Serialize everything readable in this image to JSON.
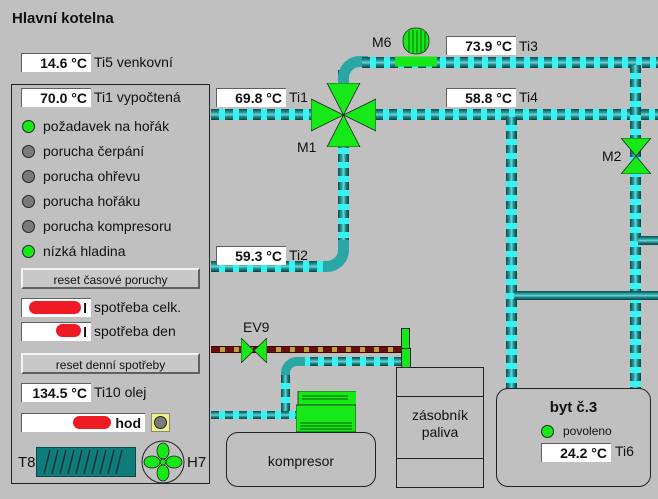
{
  "title": "Hlavní kotelna",
  "sensors": {
    "ti5": {
      "value": "14.6 °C",
      "label": "Ti5 venkovní"
    },
    "ti1_calc": {
      "value": "70.0 °C",
      "label": "Ti1 vypočtená"
    },
    "ti1": {
      "value": "69.8 °C",
      "label": "Ti1"
    },
    "ti2": {
      "value": "59.3 °C",
      "label": "Ti2"
    },
    "ti3": {
      "value": "73.9 °C",
      "label": "Ti3"
    },
    "ti4": {
      "value": "58.8 °C",
      "label": "Ti4"
    },
    "ti6": {
      "value": "24.2 °C",
      "label": "Ti6"
    },
    "ti10": {
      "value": "134.5 °C",
      "label": "Ti10 olej"
    }
  },
  "status": [
    {
      "label": "požadavek na hořák",
      "state": "on"
    },
    {
      "label": "porucha čerpání",
      "state": "off"
    },
    {
      "label": "porucha ohřevu",
      "state": "off"
    },
    {
      "label": "porucha hořáku",
      "state": "off"
    },
    {
      "label": "porucha kompresoru",
      "state": "off"
    },
    {
      "label": "nízká hladina",
      "state": "on"
    }
  ],
  "buttons": {
    "reset_faults": "reset časové poruchy",
    "reset_daily": "reset denní spotřeby"
  },
  "consumption": {
    "total": {
      "unit": "l",
      "label": "spotřeba celk.",
      "value_redacted": true
    },
    "daily": {
      "unit": "l",
      "label": "spotřeba den",
      "value_redacted": true
    },
    "hours": {
      "unit": "hod",
      "value_redacted": true
    }
  },
  "devices": {
    "m1": "M1",
    "m2": "M2",
    "m6": "M6",
    "ev9": "EV9",
    "t8": "T8",
    "h7": "H7",
    "compressor": "kompresor",
    "fuel_tank_line1": "zásobník",
    "fuel_tank_line2": "paliva"
  },
  "apartment": {
    "title": "byt č.3",
    "status_label": "povoleno",
    "status_state": "on"
  },
  "colors": {
    "active": "#17e817",
    "inactive": "#7a7a7a",
    "pipe": "#1f8a8a",
    "pipe_highlight": "#39f2f2",
    "heater": "#0f7b7b",
    "redacted": "#ee1b24"
  }
}
